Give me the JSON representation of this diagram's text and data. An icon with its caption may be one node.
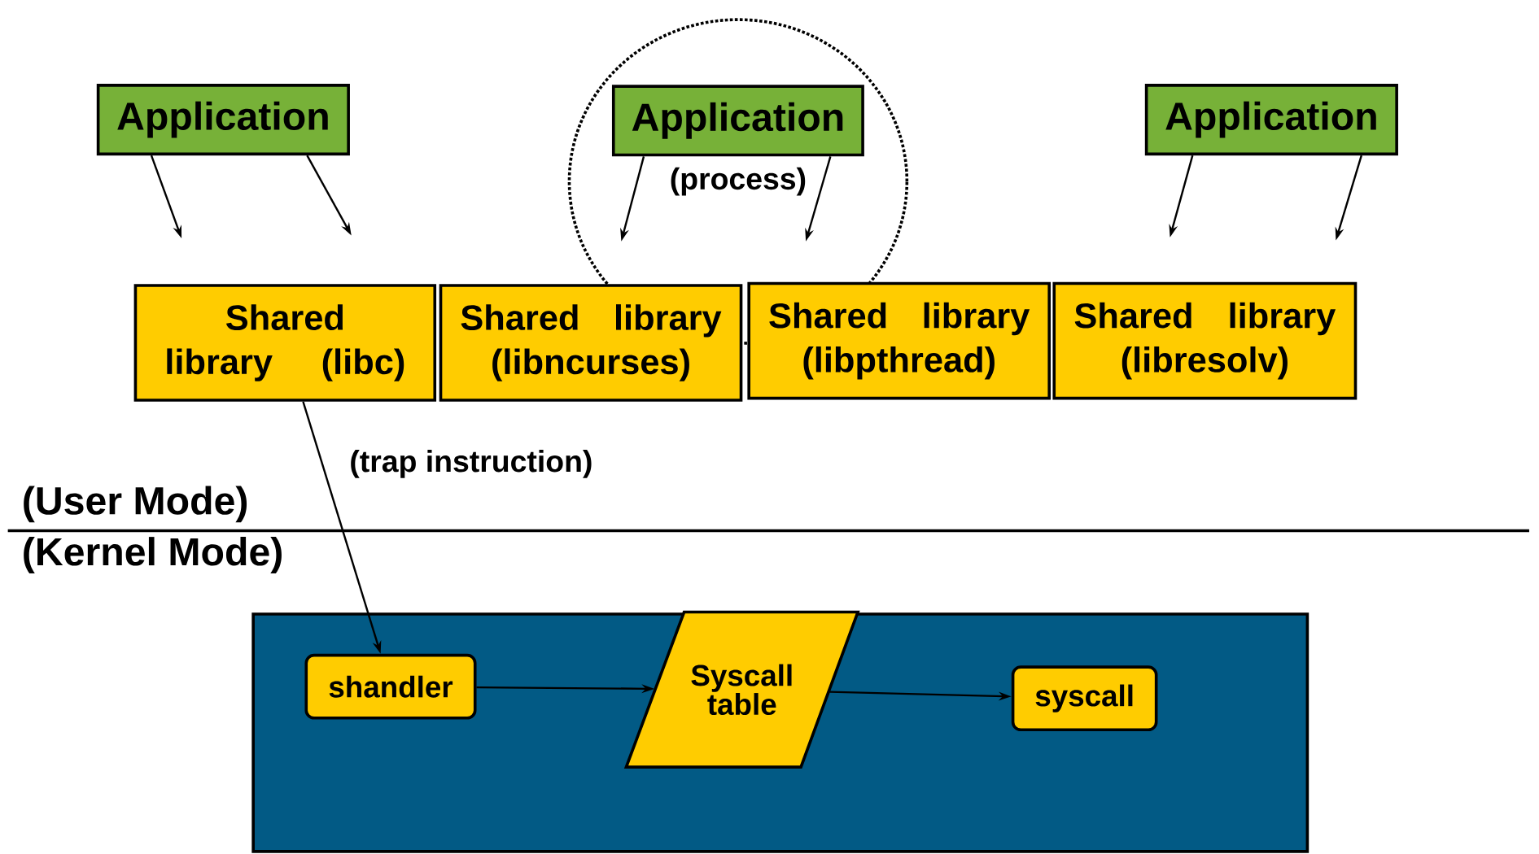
{
  "diagram": {
    "nodes": [
      {
        "text": [
          "Application"
        ]
      },
      {
        "text": [
          "(process)"
        ]
      },
      {
        "text": [
          "Application"
        ],
        "in": 1
      },
      {
        "text": [
          "Application"
        ]
      },
      {
        "text": [
          "Shared library (libc)"
        ]
      },
      {
        "text": [
          "Shared library (libncurses)"
        ]
      },
      {
        "text": [
          "Shared library (libpthread)"
        ]
      },
      {
        "text": [
          "Shared library (libresolv)"
        ]
      },
      {
        "text": [],
        "shape": "box"
      },
      {
        "text": [
          "shandler"
        ],
        "in": 8
      },
      {
        "text": [
          "Syscall table"
        ],
        "in": 8
      },
      {
        "text": [
          "syscall"
        ],
        "in": 8
      }
    ],
    "edges": [
      {
        "from": 0,
        "to": null,
        "arrow": "to"
      },
      {
        "from": 0,
        "to": null,
        "arrow": "to"
      },
      {
        "from": 2,
        "to": null,
        "arrow": "to"
      },
      {
        "from": 2,
        "to": null,
        "arrow": "to"
      },
      {
        "from": 3,
        "to": null,
        "arrow": "to"
      },
      {
        "from": 3,
        "to": null,
        "arrow": "to"
      },
      {
        "from": 4,
        "to": 9,
        "arrow": "to",
        "label": "(trap instruction)"
      },
      {
        "from": 9,
        "to": 10,
        "arrow": "to"
      },
      {
        "from": 10,
        "to": 11,
        "arrow": "to"
      }
    ],
    "labels": [
      "(User Mode)",
      "(Kernel Mode)"
    ]
  }
}
